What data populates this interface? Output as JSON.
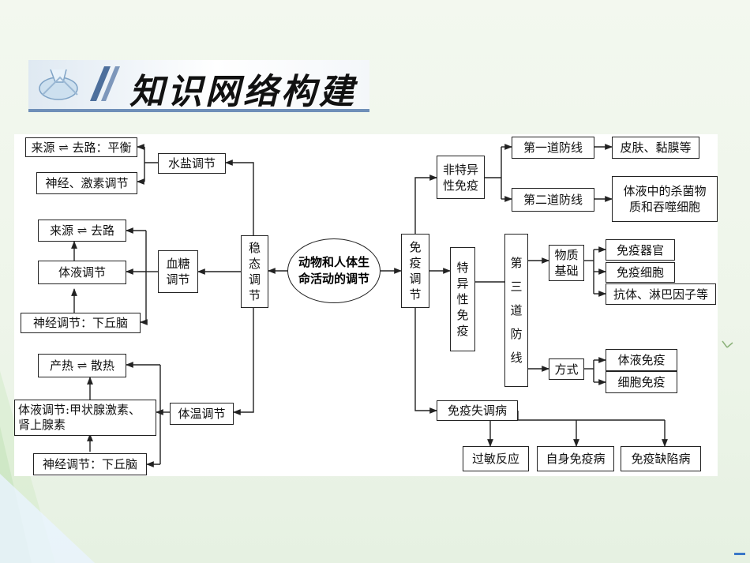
{
  "header": {
    "title": "知识网络构建"
  },
  "center": {
    "label": "动物和人体生\n命活动的调节"
  },
  "left": {
    "homeostasis": "稳\n态\n调\n节",
    "water_salt": {
      "label": "水盐调节",
      "balance": "来源 ⇌ 去路：平衡",
      "neural_hormone": "神经、激素调节"
    },
    "blood_sugar": {
      "label": "血糖\n调节",
      "balance": "来源 ⇌ 去路",
      "humoral": "体液调节",
      "neural": "神经调节：下丘脑"
    },
    "temperature": {
      "label": "体温调节",
      "balance": "产热 ⇌ 散热",
      "humoral": "体液调节:甲状腺激素、\n肾上腺素",
      "neural": "神经调节：下丘脑"
    }
  },
  "right": {
    "immune": "免\n疫\n调\n节",
    "nonspecific": {
      "label": "非特异\n性免疫",
      "first": "第一道防线",
      "first_detail": "皮肤、黏膜等",
      "second": "第二道防线",
      "second_detail": "体液中的杀菌物\n质和吞噬细胞"
    },
    "specific": {
      "label": "特\n异\n性\n免\n疫",
      "third": "第\n三\n道\n防\n线",
      "basis": "物质\n基础",
      "basis_items": [
        "免疫器官",
        "免疫细胞",
        "抗体、淋巴因子等"
      ],
      "mode": "方式",
      "mode_items": [
        "体液免疫",
        "细胞免疫"
      ]
    },
    "disorder": {
      "label": "免疫失调病",
      "items": [
        "过敏反应",
        "自身免疫病",
        "免疫缺陷病"
      ]
    }
  }
}
